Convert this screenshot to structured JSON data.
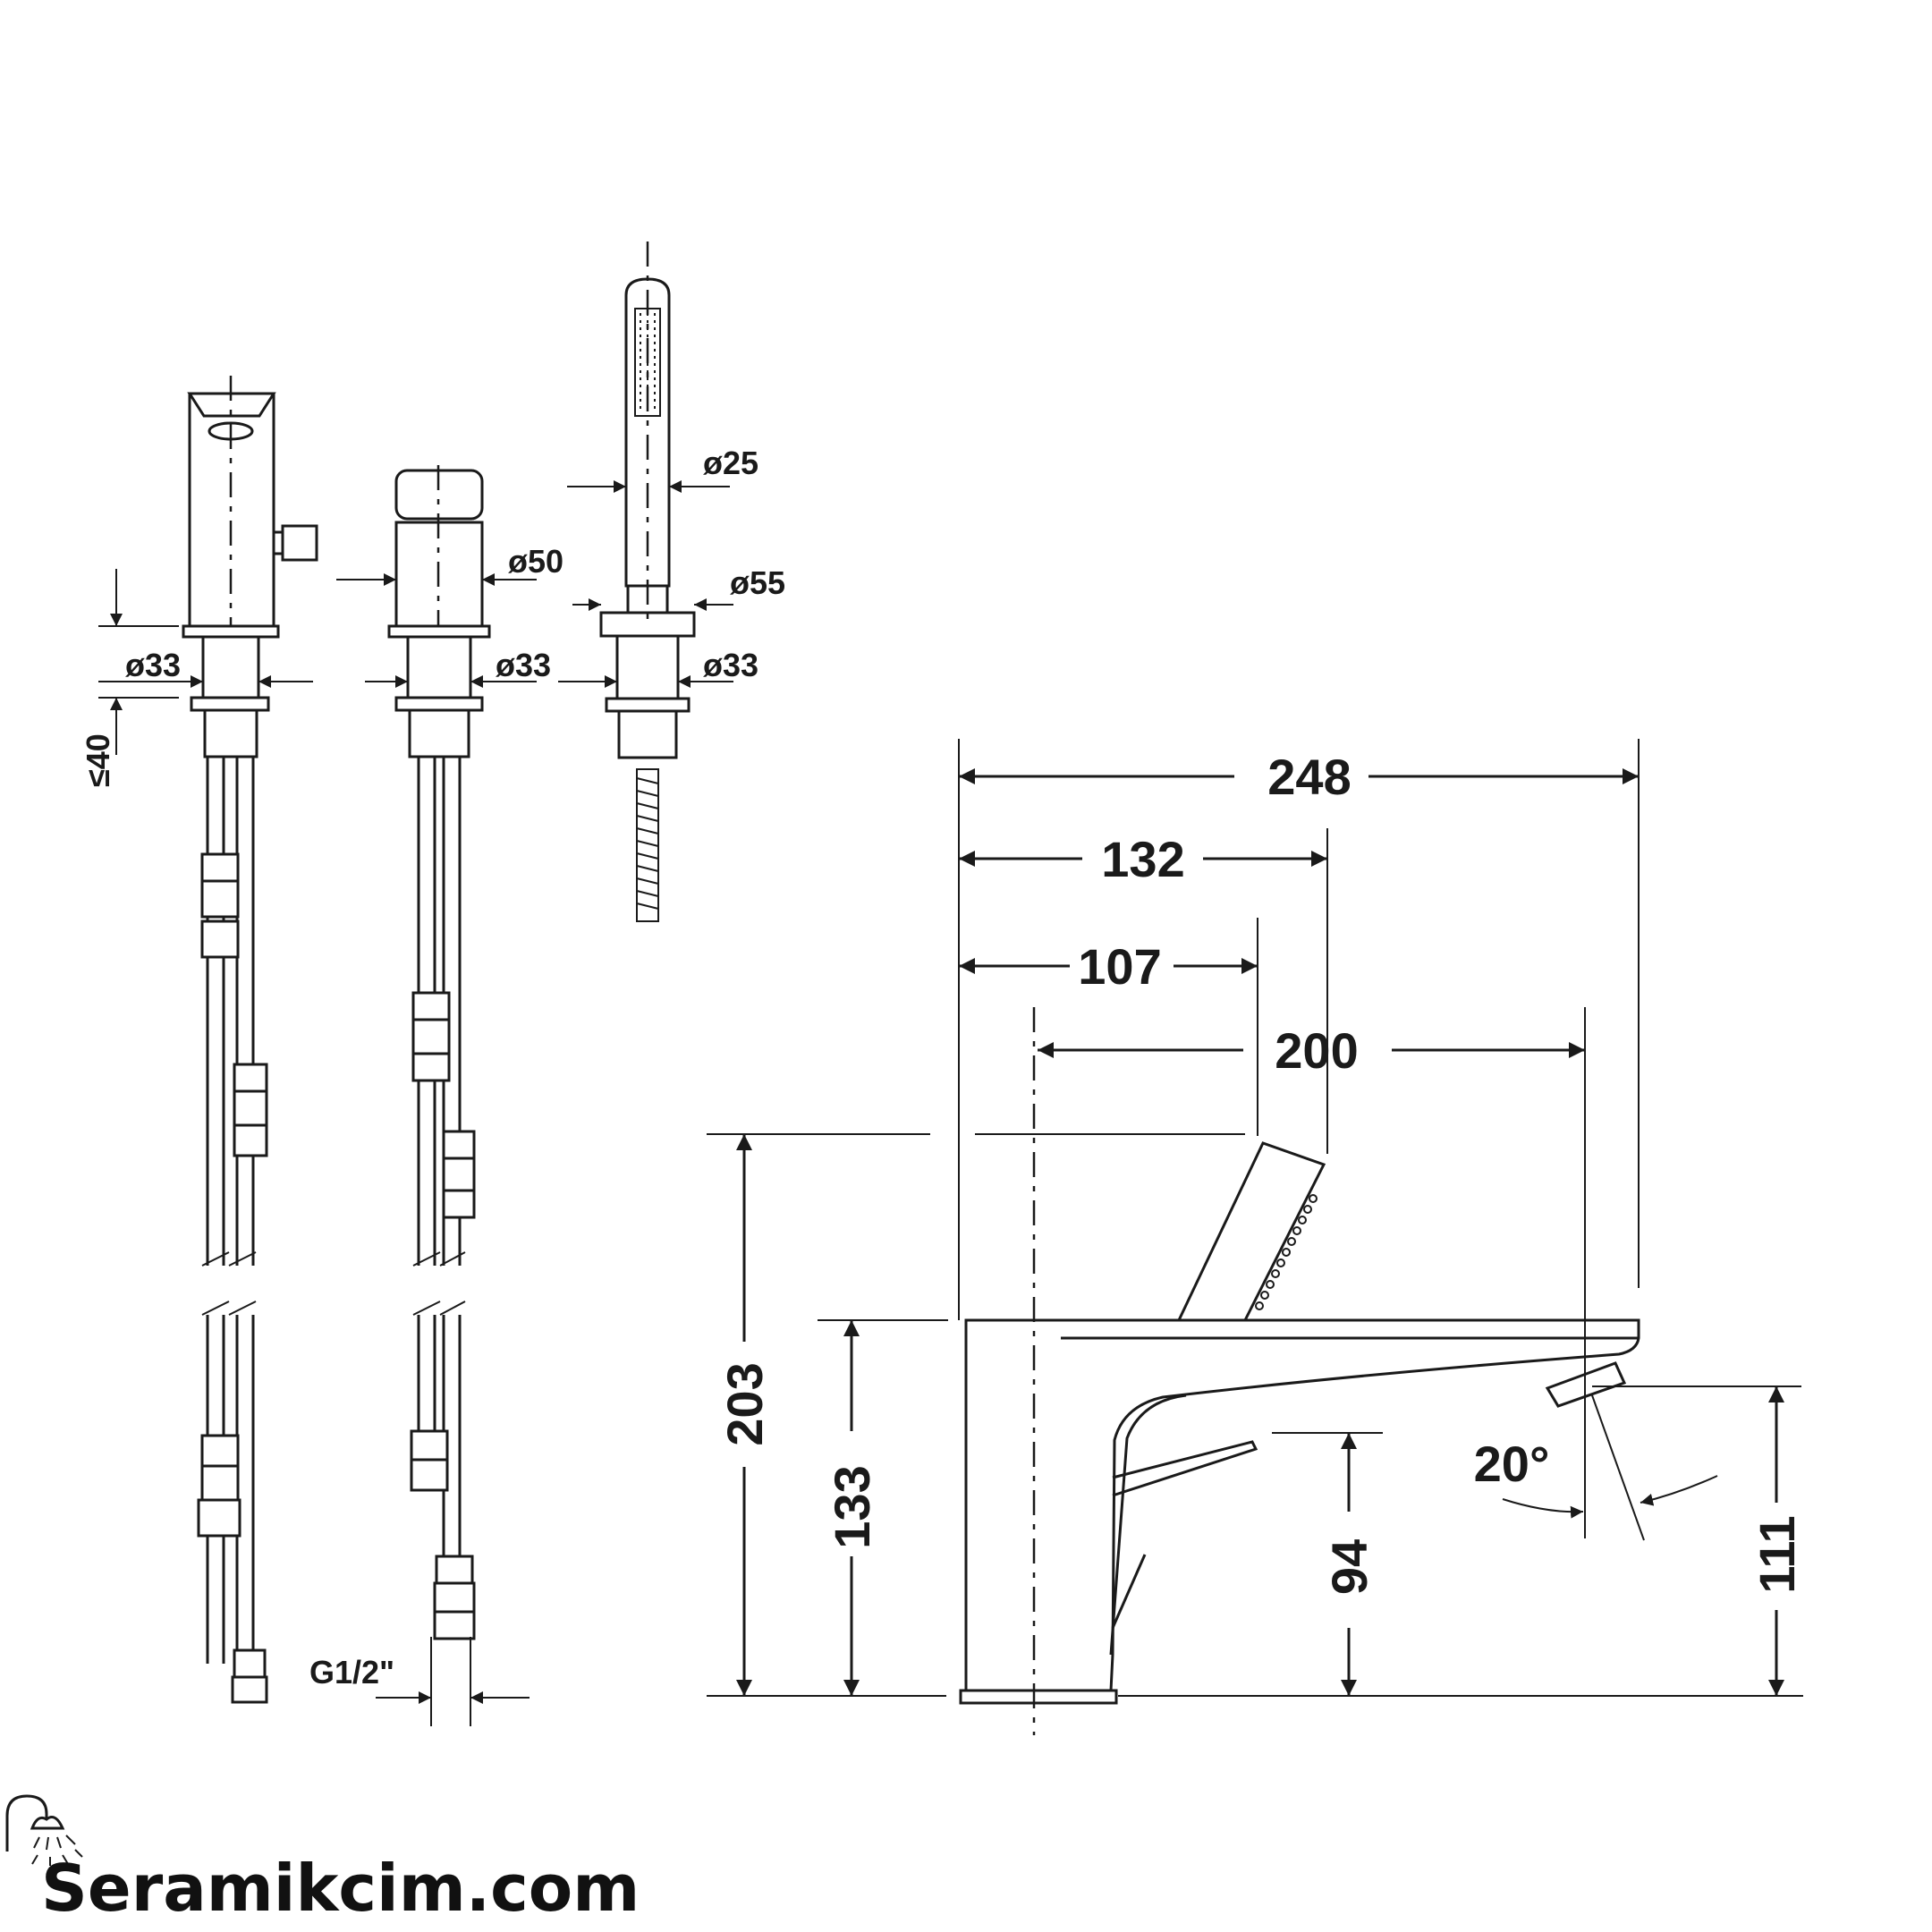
{
  "colors": {
    "ink": "#1a1a1a",
    "background": "#ffffff"
  },
  "brand": {
    "text": "Seramikcim.com",
    "icon": "shower-head-icon"
  },
  "dimensions": {
    "d_faucet_base": "ø33",
    "d_diverter_base": "ø33",
    "d_shower_base": "ø33",
    "d_diverter_knob": "ø50",
    "d_handshower": "ø25",
    "d_shower_rosette": "ø55",
    "max_deck_thickness": "≤40",
    "connection": "G1/2\"",
    "overall_length": "248",
    "handle_axis_length": "132",
    "handle_pos": "107",
    "spout_reach": "200",
    "overall_height": "203",
    "body_height": "133",
    "spout_underside": "94",
    "outlet_height": "111",
    "spout_angle": "20°"
  }
}
